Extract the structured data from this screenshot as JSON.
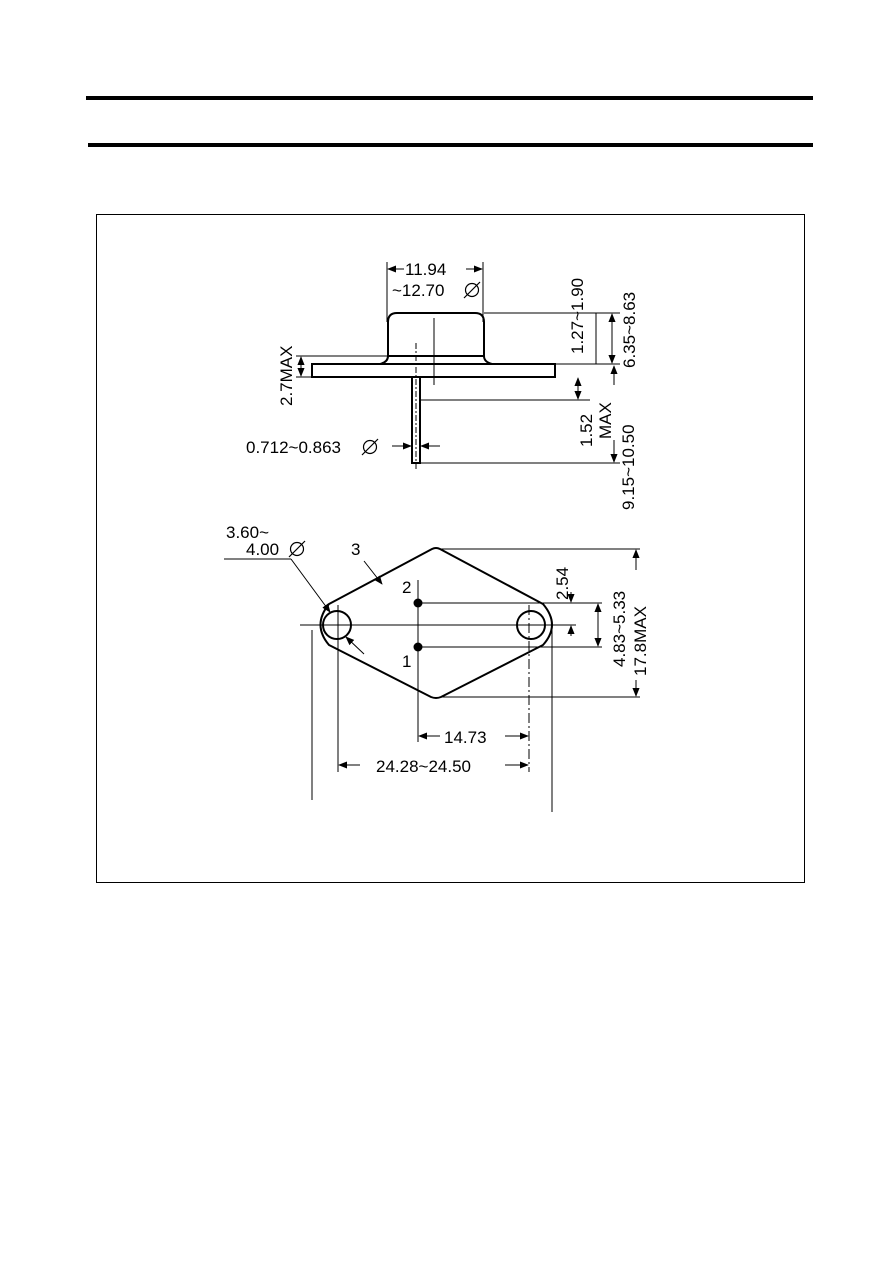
{
  "side_view": {
    "dims": {
      "cap_width": "11.94",
      "flange_dia": "~12.70",
      "cap_top": "1.27~1.90",
      "cap_height": "6.35~8.63",
      "flange_thickness": "2.7MAX",
      "pin_gap_value": "1.52",
      "pin_gap_qualifier": "MAX",
      "pin_length": "9.15~10.50",
      "pin_dia": "0.712~0.863"
    }
  },
  "top_view": {
    "dims": {
      "hole_dia_line1": "3.60~",
      "hole_dia_line2": "4.00",
      "pin_spacing": "2.54",
      "pin_offset": "4.83~5.33",
      "body_height": "17.8MAX",
      "half_span": "14.73",
      "hole_span": "24.28~24.50"
    },
    "pins": {
      "pin1": "1",
      "pin2": "2",
      "case": "3"
    }
  },
  "icons": {
    "diameter_symbol": "diameter-icon"
  },
  "colors": {
    "ink": "#000000",
    "paper": "#ffffff"
  }
}
